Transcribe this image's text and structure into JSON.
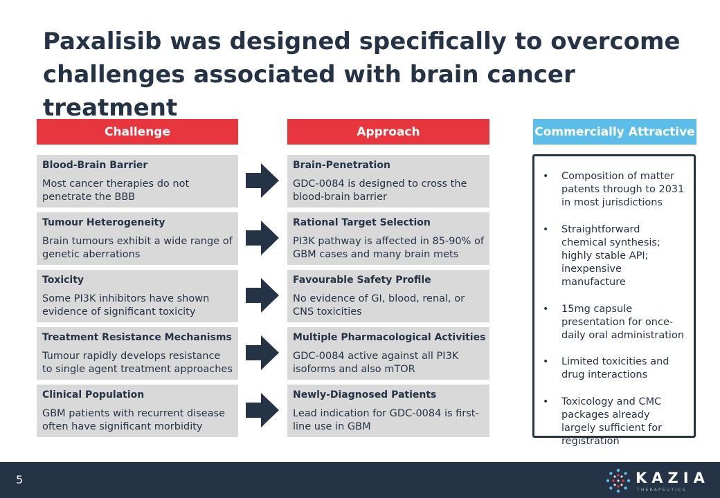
{
  "title": "Paxalisib was designed specifically to overcome challenges associated with brain cancer treatment",
  "columns": {
    "challenge": "Challenge",
    "approach": "Approach",
    "commercial": "Commercially Attractive"
  },
  "rows": [
    {
      "challenge_title": "Blood-Brain Barrier",
      "challenge_text": "Most cancer therapies do not penetrate the BBB",
      "approach_title": "Brain-Penetration",
      "approach_text": "GDC-0084 is designed to cross the blood-brain barrier"
    },
    {
      "challenge_title": "Tumour Heterogeneity",
      "challenge_text": "Brain tumours exhibit a wide range of genetic aberrations",
      "approach_title": "Rational Target Selection",
      "approach_text": "PI3K pathway is affected in 85-90% of GBM cases and many brain mets"
    },
    {
      "challenge_title": "Toxicity",
      "challenge_text": "Some PI3K inhibitors have shown evidence of significant toxicity",
      "approach_title": "Favourable Safety Profile",
      "approach_text": "No evidence of GI, blood, renal, or CNS toxicities"
    },
    {
      "challenge_title": "Treatment Resistance Mechanisms",
      "challenge_text": "Tumour rapidly develops resistance to single agent treatment approaches",
      "approach_title": "Multiple Pharmacological Activities",
      "approach_text": "GDC-0084 active against all PI3K isoforms and also mTOR"
    },
    {
      "challenge_title": "Clinical Population",
      "challenge_text": "GBM patients with recurrent disease often have significant morbidity",
      "approach_title": "Newly-Diagnosed Patients",
      "approach_text": "Lead indication for GDC-0084 is first-line use in GBM"
    }
  ],
  "bullet_symbol": "•",
  "commercial_points": [
    "Composition of matter patents through to 2031 in most jurisdictions",
    "Straightforward chemical synthesis; highly stable API; inexpensive manufacture",
    "15mg capsule presentation for once-daily oral administration",
    "Limited toxicities and drug interactions",
    "Toxicology and CMC packages already largely sufficient for registration"
  ],
  "footer": {
    "page_number": "5",
    "logo_name": "KAZIA",
    "logo_tagline": "THERAPEUTICS"
  },
  "colors": {
    "navy": "#253347",
    "red_header": "#e8363f",
    "blue_header": "#5bbde8",
    "cell_grey": "#d9d9d9"
  },
  "icons": {
    "arrow": "right-arrow-icon",
    "logo_mark": "kazia-dots-logo-icon"
  }
}
